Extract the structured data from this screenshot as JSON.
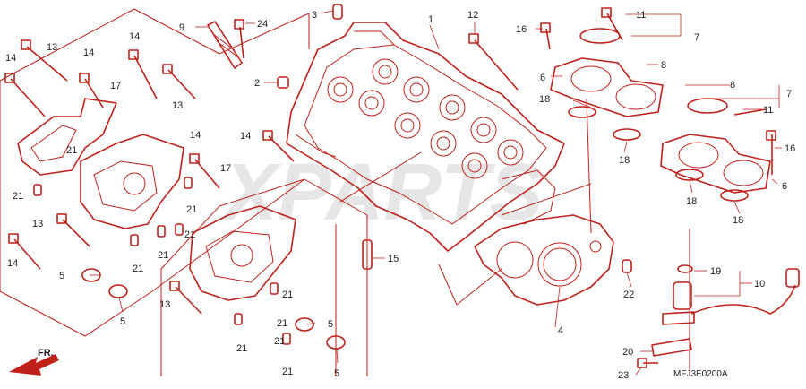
{
  "diagram": {
    "watermark": "XPARTS",
    "code": "MFJ3E0200A",
    "direction_label": "FR.",
    "accent_color": "#c0201a",
    "labels": {
      "l1": "1",
      "l2": "2",
      "l3": "3",
      "l4": "4",
      "l5a": "5",
      "l5b": "5",
      "l5c": "5",
      "l5d": "5",
      "l6a": "6",
      "l6b": "6",
      "l7a": "7",
      "l7b": "7",
      "l8a": "8",
      "l8b": "8",
      "l9": "9",
      "l10": "10",
      "l11a": "11",
      "l11b": "11",
      "l12": "12",
      "l13a": "13",
      "l13b": "13",
      "l13c": "13",
      "l13d": "13",
      "l14a": "14",
      "l14b": "14",
      "l14c": "14",
      "l14d": "14",
      "l14e": "14",
      "l14f": "14",
      "l15": "15",
      "l16a": "16",
      "l16b": "16",
      "l17a": "17",
      "l17b": "17",
      "l18a": "18",
      "l18b": "18",
      "l18c": "18",
      "l18d": "18",
      "l19": "19",
      "l20": "20",
      "l21a": "21",
      "l21b": "21",
      "l21c": "21",
      "l21d": "21",
      "l21e": "21",
      "l21f": "21",
      "l21g": "21",
      "l21h": "21",
      "l21i": "21",
      "l21j": "21",
      "l21k": "21",
      "l22": "22",
      "l23": "23",
      "l24": "24"
    }
  }
}
